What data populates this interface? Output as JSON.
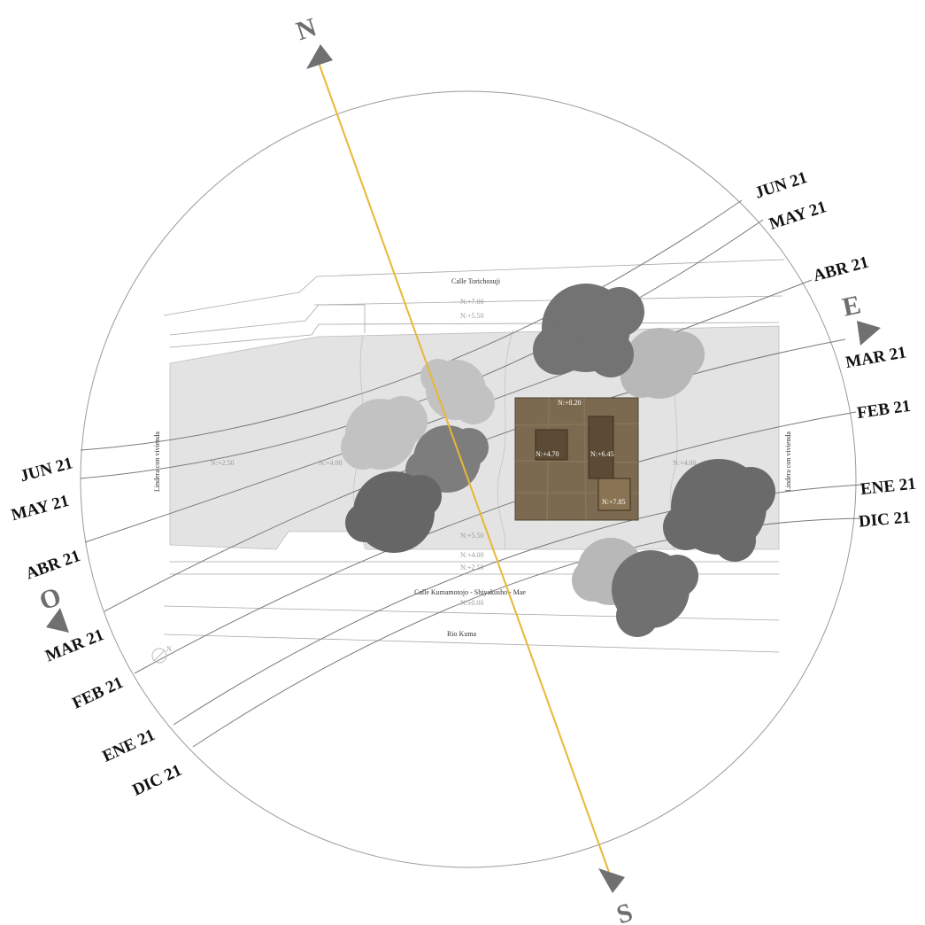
{
  "cardinals": {
    "north": "N",
    "south": "S",
    "east": "E",
    "west": "O"
  },
  "sun_paths": {
    "left": [
      "JUN 21",
      "MAY 21",
      "ABR 21",
      "MAR 21",
      "FEB 21",
      "ENE 21",
      "DIC 21"
    ],
    "right": [
      "JUN 21",
      "MAY 21",
      "ABR 21",
      "MAR 21",
      "FEB 21",
      "ENE 21",
      "DIC 21"
    ]
  },
  "site": {
    "street_top": "Calle Torichosuji",
    "street_bottom": "Calle Kumamotojo - Shiyakusho - Mae",
    "river": "Rio Kuma",
    "boundary_left": "Lindera con vivienda",
    "boundary_right": "Lindera con vivienda",
    "north_marker": "N"
  },
  "levels": {
    "top_street": "N:+7.00",
    "top_sidewalk": "N:+5.50",
    "left_a": "N:+2.50",
    "left_b": "N:+4.00",
    "right": "N:+4.00",
    "building_top": "N:+8.20",
    "room_a": "N:+4.70",
    "room_b": "N:+6.45",
    "room_c": "N:+7.85",
    "bottom_a": "N:+5.50",
    "bottom_b": "N:+4.00",
    "bottom_c": "N:+2.50",
    "bottom_street": "N:±0.00"
  },
  "colors": {
    "axis": "#e8b735",
    "site_fill": "#e3e3e3",
    "building": "#7b6a4f",
    "tree_dark": "#6a6a6a",
    "tree_light": "#b5b5b5",
    "arrow": "#707070"
  }
}
